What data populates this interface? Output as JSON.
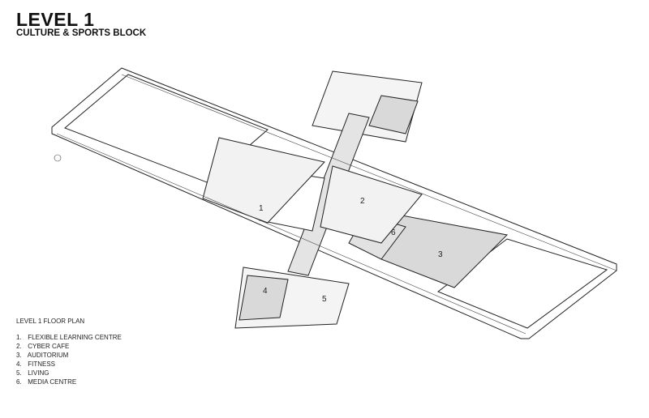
{
  "header": {
    "title": "LEVEL 1",
    "subtitle": "CULTURE & SPORTS BLOCK"
  },
  "legend": {
    "title": "LEVEL 1 FLOOR PLAN",
    "items": [
      {
        "num": "1.",
        "label": "FLEXIBLE LEARNING CENTRE"
      },
      {
        "num": "2.",
        "label": "CYBER CAFE"
      },
      {
        "num": "3.",
        "label": "AUDITORIUM"
      },
      {
        "num": "4.",
        "label": "FITNESS"
      },
      {
        "num": "5.",
        "label": "LIVING"
      },
      {
        "num": "6.",
        "label": "MEDIA CENTRE"
      }
    ]
  },
  "plan_labels": [
    "1",
    "2",
    "3",
    "4",
    "5",
    "6"
  ]
}
